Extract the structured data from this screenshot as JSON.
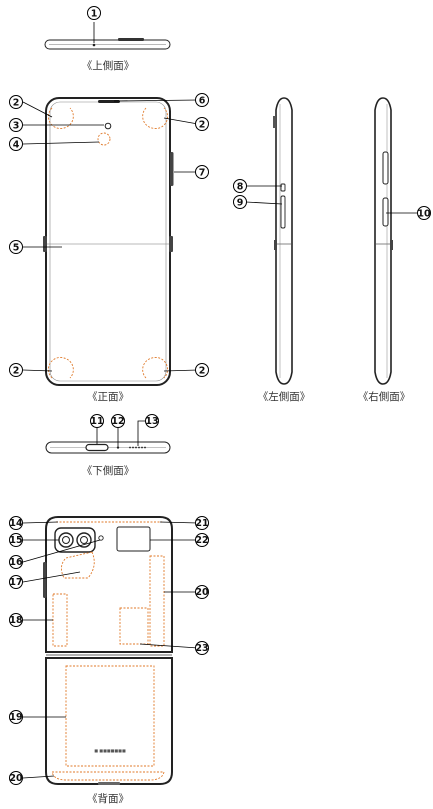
{
  "accent_color": "#e07a2a",
  "views": {
    "top": "《上側面》",
    "front": "《正面》",
    "left": "《左側面》",
    "right": "《右側面》",
    "bottom": "《下側面》",
    "back": "《背面》"
  },
  "callouts": [
    "1",
    "2",
    "3",
    "4",
    "5",
    "6",
    "7",
    "8",
    "9",
    "10",
    "11",
    "12",
    "13",
    "14",
    "15",
    "16",
    "17",
    "18",
    "19",
    "20",
    "21",
    "22",
    "23"
  ],
  "back_screen_text": "■ ■■■■■■■"
}
